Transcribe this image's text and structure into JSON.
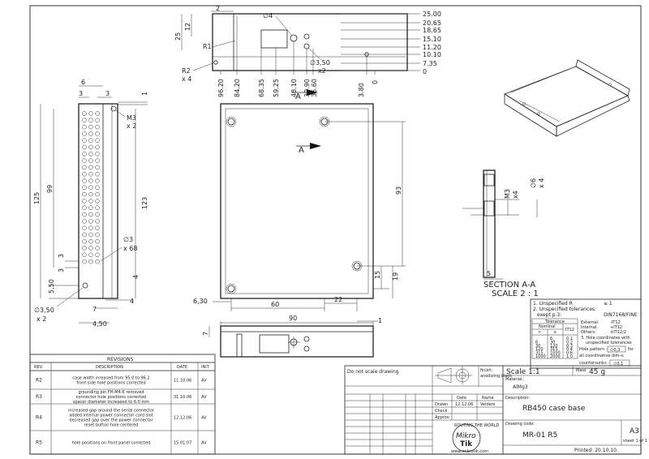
{
  "top_view": {
    "dims_right": [
      "25.00",
      "20.65",
      "18.65",
      "15.10",
      "11.20",
      "10.10",
      "7.35",
      "0"
    ],
    "dims_bottom": [
      "96.20",
      "84.20",
      "68.35",
      "59.25",
      "48.10",
      "39.90",
      "35.60",
      "3.80",
      "0"
    ],
    "dim_2": "2",
    "dim_25": "25",
    "dim_12": "12",
    "r1": "R1",
    "r2": "R2",
    "r2_count": "x 4",
    "phi4": "∅4",
    "phi350": "∅3,50",
    "phi350_count": "x2"
  },
  "side_view": {
    "dim_6": "6",
    "dim_3a": "3",
    "dim_3b": "3",
    "dim_1": "1",
    "m3": "M3",
    "m3_count": "x 2",
    "dim_125": "125",
    "dim_99": "99",
    "dim_123": "123",
    "phi3": "∅3",
    "phi3_count": "x 68",
    "dim_3c": "3",
    "dim_3d": "3",
    "dim_550": "5,50",
    "dim_4a": "4",
    "dim_4b": "4",
    "dim_7": "7",
    "phi350": "∅3,50",
    "phi350_count": "x 2",
    "dim_450": "4,50"
  },
  "front_view": {
    "section_arrow_a1": "A",
    "section_arrow_a2": "A",
    "dim_93": "93",
    "dim_15": "15",
    "dim_19": "19",
    "dim_630": "6,30",
    "dim_60": "60",
    "dim_22": "22"
  },
  "bottom_view": {
    "dim_90": "90",
    "dim_1": "1",
    "dim_7": "7"
  },
  "section": {
    "m3": "M3",
    "m3_count": "x4",
    "phi6": "∅6",
    "phi6_count": "x 4",
    "dim_5": "5",
    "title": "SECTION A-A",
    "scale": "SCALE 2 : 1"
  },
  "notes": {
    "line1_left": "1. Unspecified R",
    "line1_right": "≤ 1",
    "line2": "2. Unspecified tolerances:",
    "line3_left": "exept p.3:",
    "line3_right": "DIN7168/FINE",
    "tol_header": "Tolerance",
    "nominal": "Nominal",
    "it12": "IT12",
    "gt": ">",
    "le": "≤",
    "tol_rows": [
      [
        "",
        "6",
        "0.1"
      ],
      [
        "6",
        "30",
        "0.2"
      ],
      [
        "30",
        "120",
        "0.3"
      ],
      [
        "120",
        "315",
        "0.4"
      ],
      [
        "315",
        "1000",
        "0.6"
      ],
      [
        "1000",
        "2000",
        "1.0"
      ]
    ],
    "external_label": "External:",
    "external_val": "-IT12",
    "internal_label": "Internal:",
    "internal_val": "+IT12",
    "others_label": "Others:",
    "others_val": "±IT12/2",
    "note3a": "3. Hole coordinates with",
    "note3b": "unspecified tolerances",
    "hole_pattern": "Hole pattern -",
    "hole_pattern_tol": "∅0,3",
    "hole_pattern_for": "for",
    "coord_dims": "all coordinative dim-s;",
    "countersunks": "countersunks -",
    "countersunks_tol": "∅0,1"
  },
  "revisions": {
    "title": "REVISIONS",
    "headers": [
      "REV.",
      "DESCRIPTION",
      "DATE",
      "INIT"
    ],
    "rows": [
      {
        "rev": "R2",
        "lines": [
          "case width inreased from 95.0 to 96.2",
          "front side hole positions corrected"
        ],
        "date": "11.10.06",
        "init": "AV"
      },
      {
        "rev": "R3",
        "lines": [
          "grounding pin FH-M4-6 removed",
          "connector hole positions corrected",
          "spacer diameter increased to 6.0 mm"
        ],
        "date": "31.10.06",
        "init": "AV"
      },
      {
        "rev": "R4",
        "lines": [
          "increased gap around the serial connector",
          "added internal power connector cord slot",
          "decreased gap over the power connector",
          "reset button hole centered"
        ],
        "date": "12.12.06",
        "init": "AV"
      },
      {
        "rev": "R5",
        "lines": [
          "hole positions on front panel corrected"
        ],
        "date": "15.01.07",
        "init": "AV"
      }
    ]
  },
  "title_block": {
    "do_not_scale": "Do not scale drawing",
    "finish_label": "finish:",
    "finish_val": "anodizing black",
    "date_hdr": "Date",
    "name_hdr": "Name",
    "drawn": "Drawn",
    "drawn_date": "12.12.06",
    "drawn_name": "Velders",
    "check": "Check.",
    "approv": "Approv.",
    "scale": "Scale 1:1",
    "mass_label": "Mass",
    "mass_val": "45 g",
    "material_label": "Material:",
    "material_val": "AlMg3",
    "description_label": "Description:",
    "description_val": "RB450 case base",
    "drawing_code_label": "Drawing code:",
    "drawing_code_val": "MR-01 R5",
    "sheet_size": "A3",
    "sheet_of": "sheet 1 of 1",
    "printed": "Printed: 20.10.10.",
    "logo_top": "ROUTING THE WORLD",
    "logo_line1": "Mikro",
    "logo_line2": "Tik",
    "logo_bottom": "www.mikrotik.com"
  }
}
